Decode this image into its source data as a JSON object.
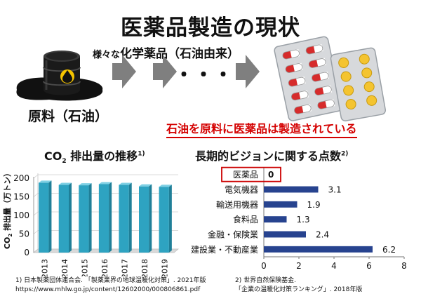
{
  "header": {
    "title": "医薬品製造の現状",
    "subtitle_prefix": "様々な",
    "subtitle_main": "化学薬品（石油由来）",
    "material_label": "原料（石油）",
    "ellipsis": "・・・",
    "banner": "石油を原料に医薬品は製造されている"
  },
  "colors": {
    "co2_bar": "#2ea3c1",
    "vision_bar": "#27438f",
    "highlight": "#cc0000",
    "banner": "#d40000"
  },
  "icons": [
    "oil-barrel-icon",
    "arrow-right-icon",
    "pill-blister-pack-icon"
  ],
  "chart_data": [
    {
      "type": "bar",
      "title_pre": "CO",
      "title_sub": "2",
      "title_post": " 排出量の推移",
      "title_ref": "1)",
      "ylabel_pre": "CO",
      "ylabel_sub": "2",
      "ylabel_post": " 排出量（万トン）",
      "categories": [
        "2013",
        "2014",
        "2015",
        "2016",
        "2017",
        "2018",
        "2019"
      ],
      "values": [
        188,
        182,
        181,
        184,
        182,
        178,
        177
      ],
      "ylim": [
        0,
        200
      ],
      "yticks": [
        "0",
        "50",
        "100",
        "150",
        "200"
      ],
      "grid": true
    },
    {
      "type": "bar",
      "orientation": "horizontal",
      "title": "長期的ビジョンに関する点数",
      "title_ref": "2)",
      "categories": [
        "医薬品",
        "電気機器",
        "輸送用機器",
        "食料品",
        "金融・保険業",
        "建設業・不動産業"
      ],
      "values": [
        0,
        3.1,
        1.9,
        1.3,
        2.4,
        6.2
      ],
      "value_labels": [
        "0",
        "3.1",
        "1.9",
        "1.3",
        "2.4",
        "6.2"
      ],
      "highlighted": "医薬品",
      "xlim": [
        0,
        8
      ],
      "xticks": [
        "0",
        "2",
        "4",
        "6",
        "8"
      ],
      "grid": false
    }
  ],
  "references": {
    "ref1_line1": "1) 日本製薬団体連合会. 「製薬業界の地球温暖化対策」. 2021年版",
    "ref1_line2": "https://www.mhlw.go.jp/content/12602000/000806861.pdf",
    "ref2_line1": "2) 世界自然保険基金.",
    "ref2_line2": "「企業の温暖化対策ランキング」. 2018年版"
  }
}
